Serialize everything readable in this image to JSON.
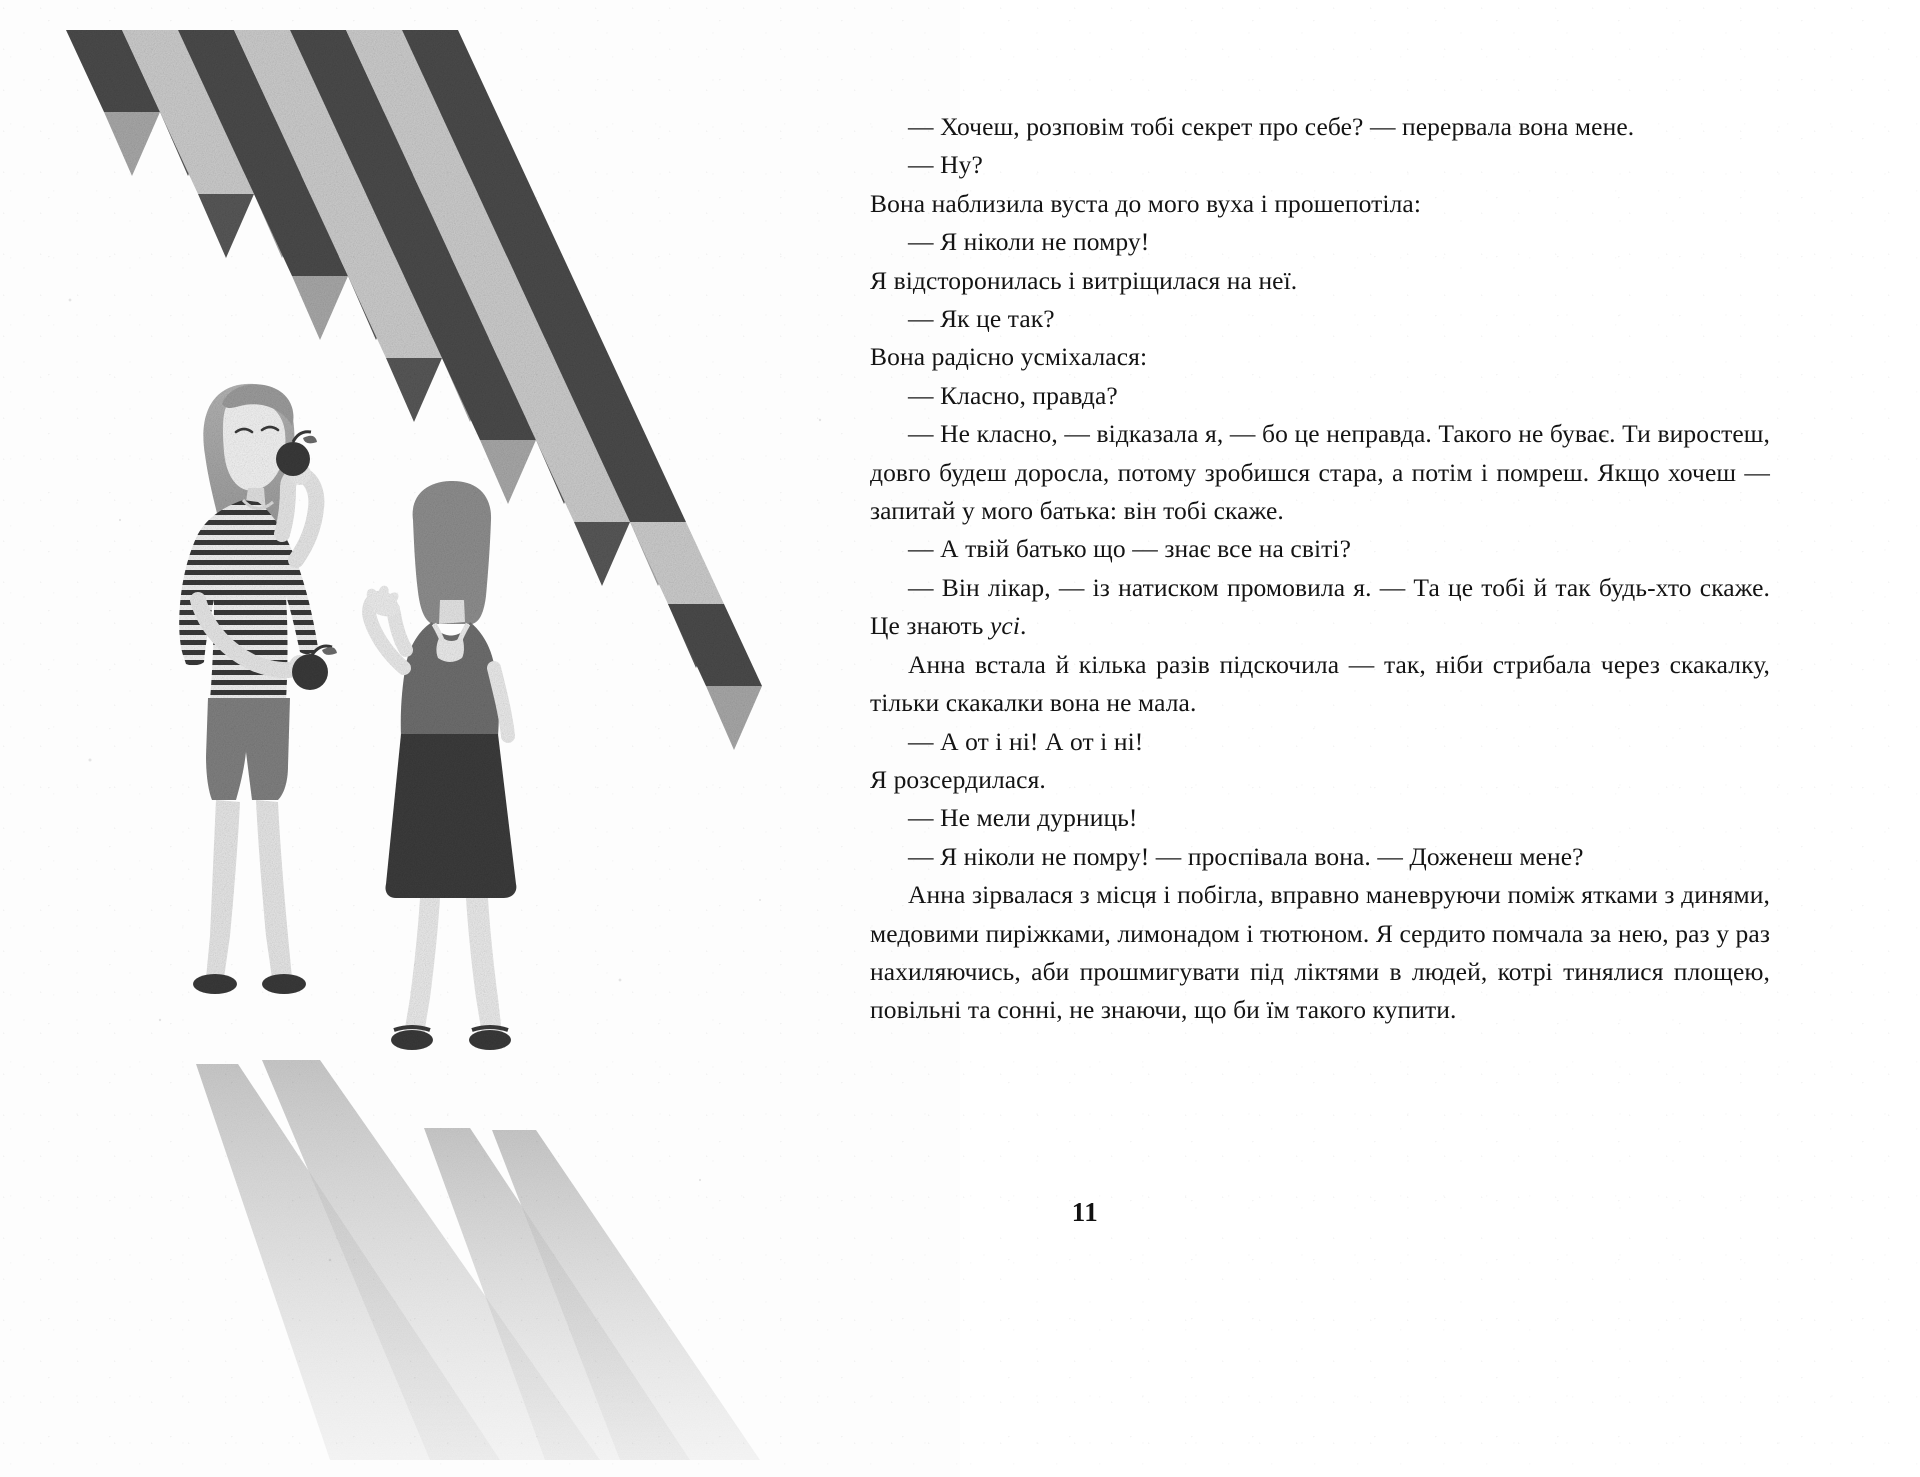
{
  "book": {
    "page_number": "11",
    "language": "Ukrainian",
    "spread": "two-page book spread: full-bleed grayscale illustration on the left page, justified body text on the right page"
  },
  "illustration": {
    "title": "Two girls with apples under striped market awnings",
    "description": "Grayscale textured illustration. A row of striped triangular market awnings runs diagonally across the upper left. Below, a taller girl in a striped t-shirt and shorts holds an apple to her mouth and offers a second apple to a smaller girl seen from behind wearing a tank top and dark skirt. Long pale shadows stretch down toward the bottom of the page.",
    "elements": [
      "striped-awning-row",
      "girl-with-apple-standing",
      "girl-in-skirt-back-view",
      "apple-held-to-mouth",
      "apple-offered",
      "cast-shadows",
      "paper-grain-texture"
    ],
    "palette": {
      "paper": "#fdfdfd",
      "awning_dark": "#4a4a4a",
      "awning_light": "#c9c9c9",
      "figure_mid": "#9a9a9a",
      "figure_dark": "#2f2f2f",
      "shadow": "#d8d8d8",
      "ink": "#141414"
    }
  },
  "text": {
    "paragraphs": [
      {
        "indent": true,
        "content": "— Хочеш, розповім тобі секрет про себе? — перервала вона мене."
      },
      {
        "indent": true,
        "content": "— Ну?"
      },
      {
        "indent": false,
        "content": "Вона наблизила вуста до мого вуха і прошепотіла:"
      },
      {
        "indent": true,
        "content": "— Я ніколи не помру!"
      },
      {
        "indent": false,
        "content": "Я відсторонилась і витріщилася на неї."
      },
      {
        "indent": true,
        "content": "— Як це так?"
      },
      {
        "indent": false,
        "content": "Вона радісно усміхалася:"
      },
      {
        "indent": true,
        "content": "— Класно, правда?"
      },
      {
        "indent": true,
        "content": "— Не класно, — відказала я, — бо це неправда. Такого не буває. Ти виростеш, довго будеш доросла, потому зробишся стара, а потім і помреш. Якщо хочеш — запитай у мого батька: він тобі скаже."
      },
      {
        "indent": true,
        "content": "— А твій батько що — знає все на світі?"
      },
      {
        "indent": true,
        "content": "— Він лікар, — із натиском промовила я. — Та це тобі й так будь-хто скаже. Це знають ",
        "italic_tail": "усі",
        "tail_after": "."
      },
      {
        "indent": true,
        "content": "Анна встала й кілька разів підскочила — так, ніби стрибала через скакалку, тільки скакалки вона не мала."
      },
      {
        "indent": true,
        "content": "— А от і ні! А от і ні!"
      },
      {
        "indent": false,
        "content": "Я розсердилася."
      },
      {
        "indent": true,
        "content": "— Не мели дурниць!"
      },
      {
        "indent": true,
        "content": "— Я ніколи не помру! — проспівала вона. — Доженеш мене?"
      },
      {
        "indent": true,
        "content": "Анна зірвалася з місця і побігла, вправно маневруючи поміж ятками з динями, медовими пиріжками, лимонадом і тютюном. Я сердито помчала за нею, раз у раз нахиляючись, аби прошмигувати під ліктями в людей, котрі тинялися площею, повільні та сонні, не знаючи, що би їм такого купити."
      }
    ]
  }
}
